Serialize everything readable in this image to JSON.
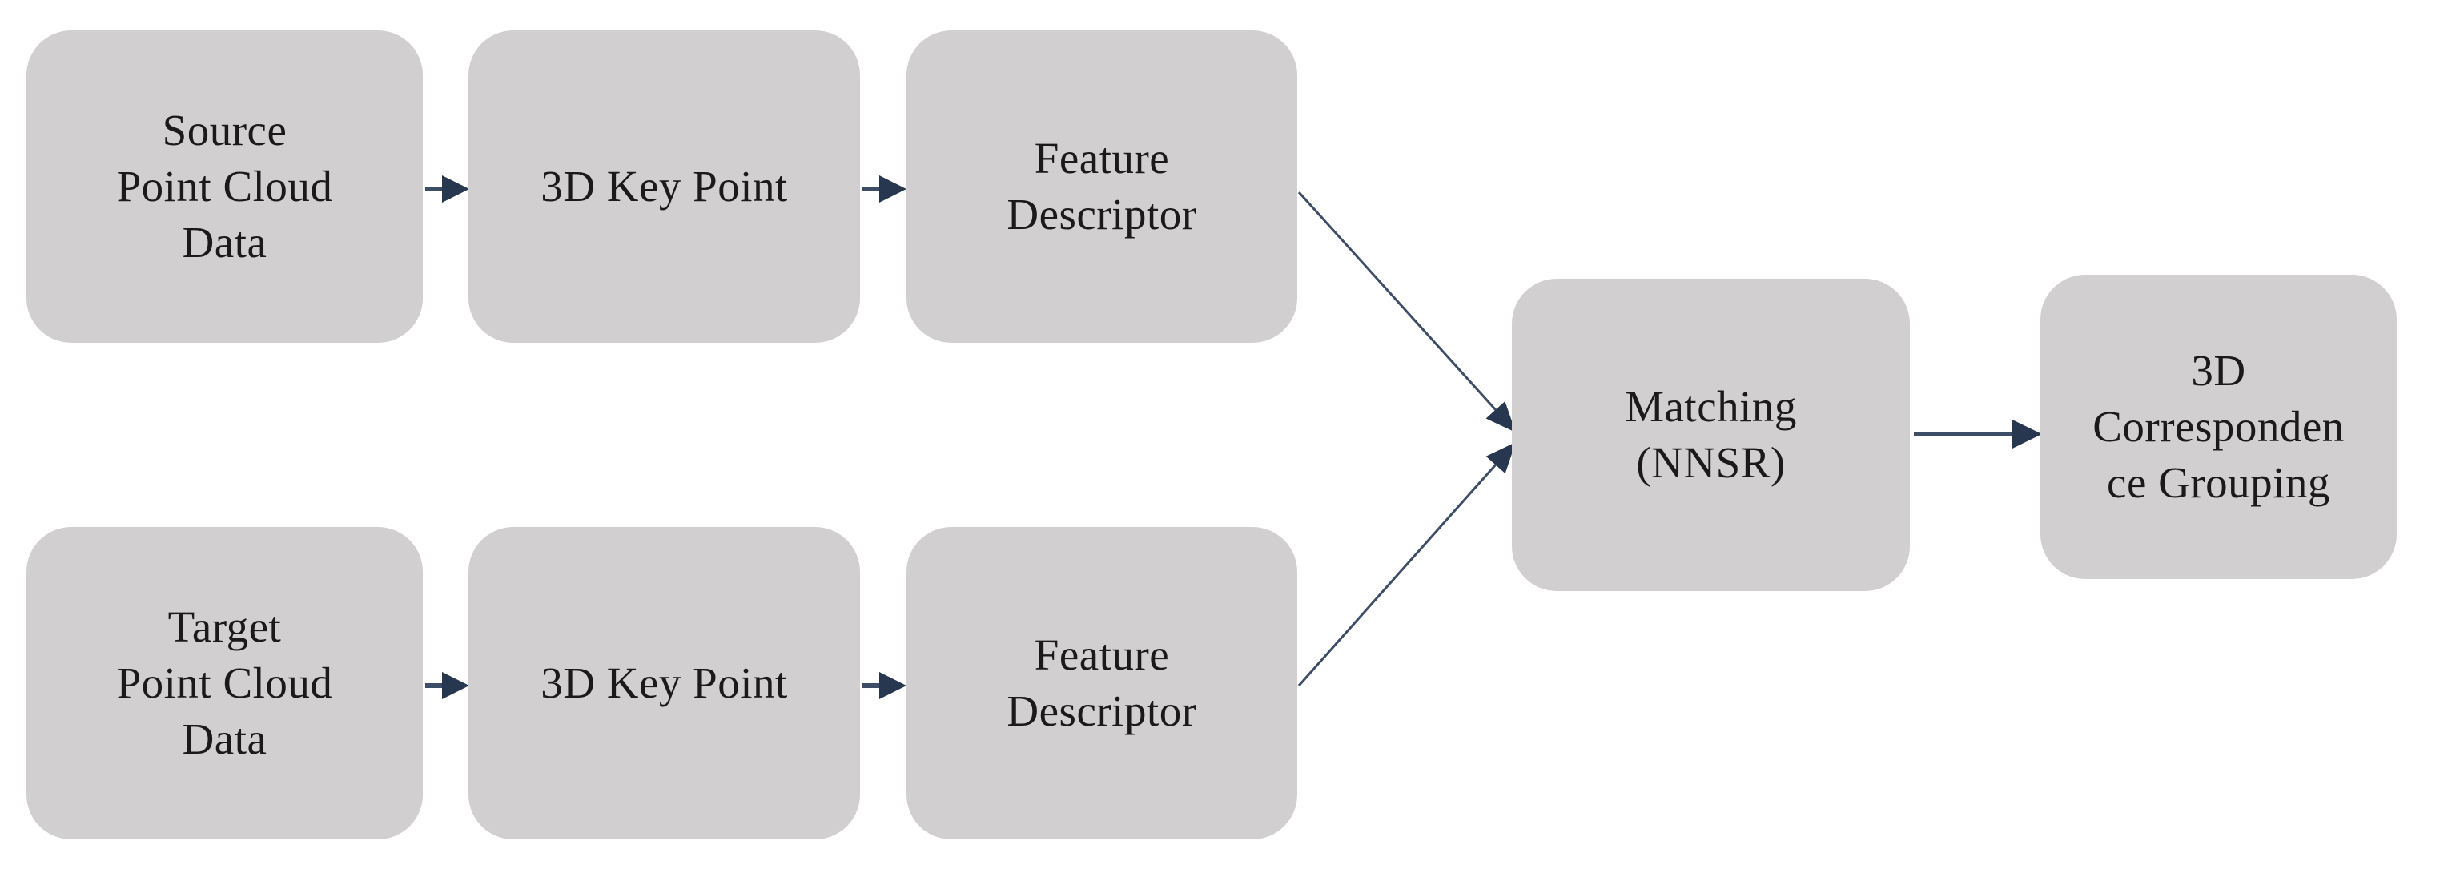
{
  "figure": {
    "type": "flowchart",
    "description": "3D point cloud correspondence matching pipeline"
  },
  "colors": {
    "background": "#ffffff",
    "box_fill": "#d1cfcf",
    "text_color": "#1a1a1a",
    "arrow_head": "#283750",
    "arrow_line": "#3e4d66"
  },
  "nodes": {
    "source": {
      "text": "Source\nPoint Cloud\nData"
    },
    "keypoint_top": {
      "text": "3D Key Point"
    },
    "descriptor_top": {
      "text": "Feature\nDescriptor"
    },
    "target": {
      "text": "Target\nPoint Cloud\nData"
    },
    "keypoint_bottom": {
      "text": "3D Key Point"
    },
    "descriptor_bottom": {
      "text": "Feature\nDescriptor"
    },
    "matching": {
      "text": "Matching\n(NNSR)"
    },
    "grouping": {
      "text": "3D\nCorresponden\nce Grouping"
    }
  },
  "connections": [
    {
      "from": "Source Point Cloud Data",
      "to": "3D Key Point (top)"
    },
    {
      "from": "3D Key Point (top)",
      "to": "Feature Descriptor (top)"
    },
    {
      "from": "Target Point Cloud Data",
      "to": "3D Key Point (bottom)"
    },
    {
      "from": "3D Key Point (bottom)",
      "to": "Feature Descriptor (bottom)"
    },
    {
      "from": "Feature Descriptor (top)",
      "to": "Matching (NNSR)"
    },
    {
      "from": "Feature Descriptor (bottom)",
      "to": "Matching (NNSR)"
    },
    {
      "from": "Matching (NNSR)",
      "to": "3D Correspondence Grouping"
    }
  ]
}
